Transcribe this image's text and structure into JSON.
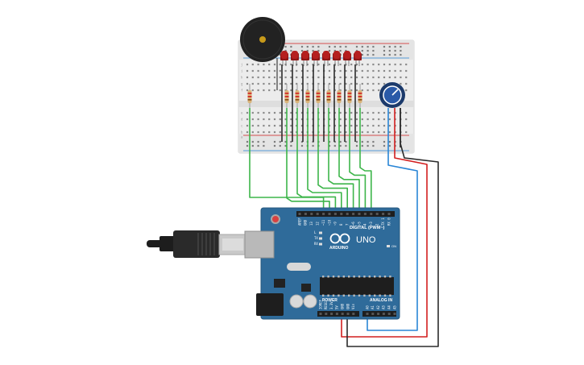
{
  "board": {
    "brand": "UNO",
    "logo_text": "ARDUINO",
    "digital_label": "DIGITAL (PWM~)",
    "power_label": "POWER",
    "analog_label": "ANALOG IN",
    "led_labels": [
      "L",
      "TX",
      "RX"
    ],
    "on_label": "ON",
    "top_header_pins": [
      "AREF",
      "GND",
      "13",
      "12",
      "~11",
      "~10",
      "~9",
      "8",
      "7",
      "~6",
      "~5",
      "4",
      "~3",
      "2",
      "TX 1",
      "RX 0"
    ],
    "power_pins": [
      "IOREF",
      "RESET",
      "3.3V",
      "5V",
      "GND",
      "GND",
      "Vin"
    ],
    "analog_pins": [
      "A0",
      "A1",
      "A2",
      "A3",
      "A4",
      "A5"
    ]
  },
  "breadboard": {
    "row_letters_top": [
      "j",
      "i",
      "h",
      "g",
      "f"
    ],
    "row_letters_bottom": [
      "e",
      "d",
      "c",
      "b",
      "a"
    ]
  },
  "components": {
    "led_count": 8,
    "resistor_count": 9,
    "buzzer": "piezo-buzzer",
    "potentiometer": "potentiometer",
    "usb": "usb-cable"
  },
  "colors": {
    "board_blue": "#2f6b9a",
    "wire_green": "#3db54a",
    "wire_red": "#d21f1f",
    "wire_blue": "#2a86d6",
    "wire_black": "#2b2b2b",
    "led_red": "#b51f1f",
    "breadboard": "#ebebeb"
  }
}
